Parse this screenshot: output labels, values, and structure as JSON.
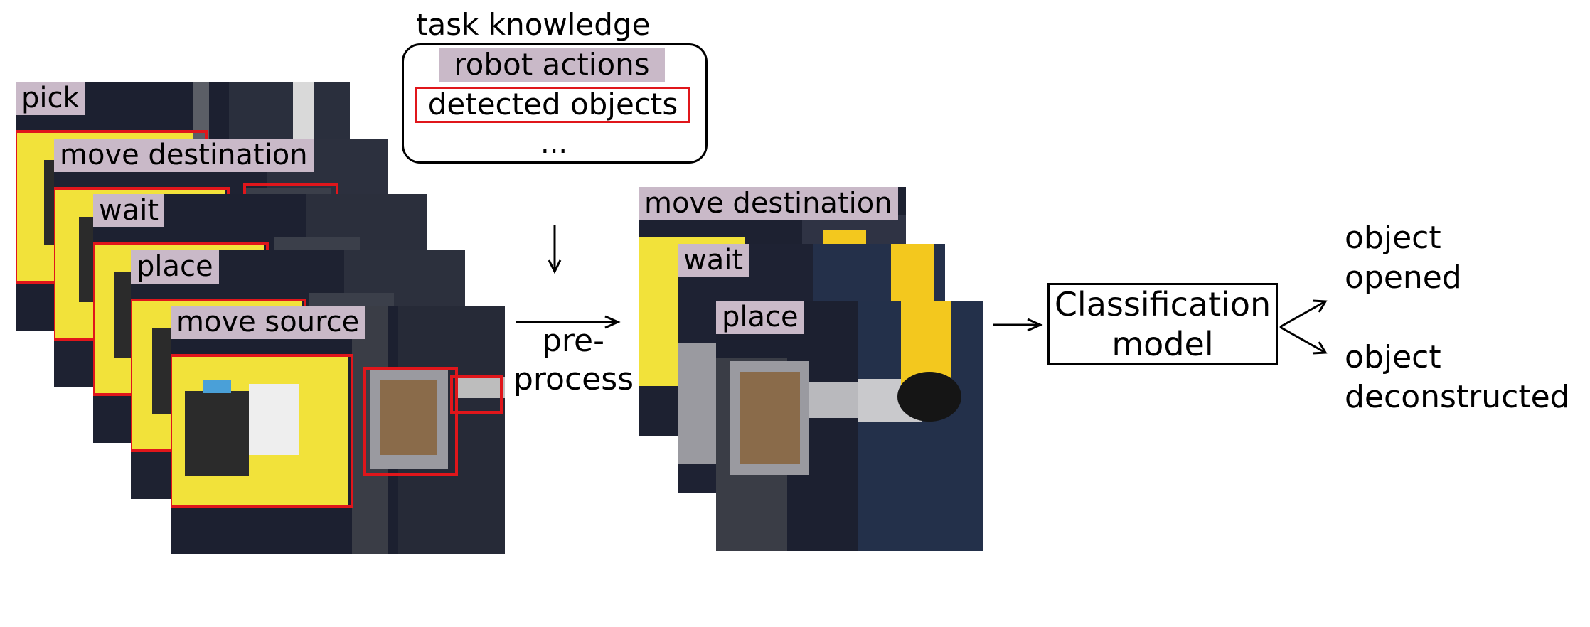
{
  "task_knowledge": {
    "title": "task knowledge",
    "items": [
      "robot actions",
      "detected objects",
      "..."
    ]
  },
  "input_frames": [
    "pick",
    "move destination",
    "wait",
    "place",
    "move source"
  ],
  "preprocess_label": [
    "pre-",
    "process"
  ],
  "selected_frames": [
    "move destination",
    "wait",
    "place"
  ],
  "classifier": {
    "line1": "Classification",
    "line2": "model"
  },
  "outputs": [
    {
      "line1": "object",
      "line2": "opened"
    },
    {
      "line1": "object",
      "line2": "deconstructed"
    }
  ],
  "colors": {
    "action_tag": "#c9b9c8",
    "detection_box": "#e0161b",
    "bin_yellow": "#f2e23a",
    "conveyor_dark": "#1e2230",
    "robot_arm_yellow": "#f3c81e"
  }
}
